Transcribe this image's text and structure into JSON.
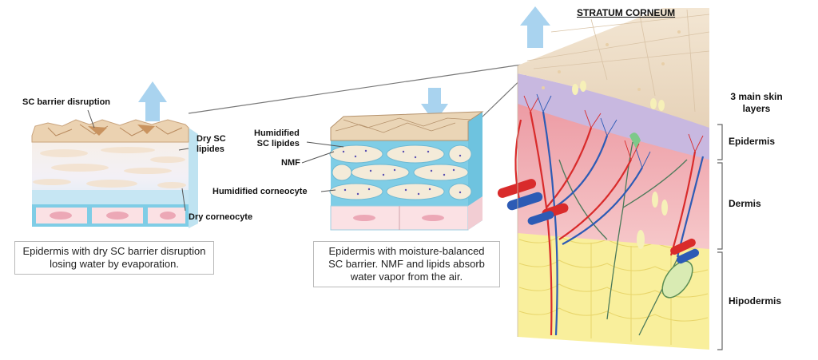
{
  "left_block": {
    "labels": {
      "barrier": "SC barrier disruption",
      "dry_lipids": "Dry SC\nlipides",
      "dry_corneocyte": "Dry corneocyte"
    },
    "caption": "Epidermis with dry SC barrier disruption losing water by evaporation."
  },
  "middle_block": {
    "labels": {
      "humid_lipids": "Humidified\nSC lipides",
      "nmf": "NMF",
      "humid_corneocyte": "Humidified corneocyte"
    },
    "caption": "Epidermis with moisture-balanced SC barrier. NMF and lipids absorb water vapor from the air."
  },
  "right_block": {
    "title": "STRATUM CORNEUM",
    "layers_heading": "3 main skin layers",
    "layers": [
      "Epidermis",
      "Dermis",
      "Hipodermis"
    ]
  },
  "colors": {
    "arrow": "#a9d3ef",
    "corneum": "#ead5b6",
    "lipid_blue": "#7fcde6",
    "corneocyte": "#f4ebd9",
    "basal_pink": "#f6c6cf",
    "epidermis_purple": "#c8b8e0",
    "dermis_pink": "#f3b8bd",
    "hypodermis_yellow": "#f9ef9c",
    "artery": "#d92b2b",
    "vein": "#2d5bb5"
  }
}
